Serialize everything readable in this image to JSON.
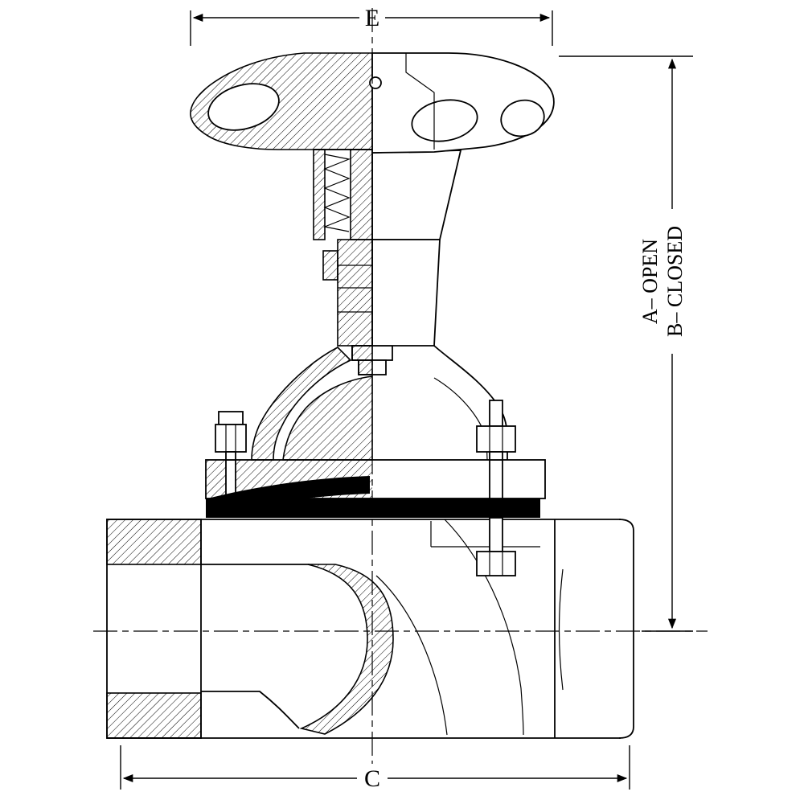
{
  "drawing": {
    "labels": {
      "width_top": "E",
      "width_bottom": "C",
      "height_open": "A– OPEN",
      "height_closed": "B– CLOSED"
    },
    "colors": {
      "line": "#000000",
      "background": "#ffffff",
      "diaphragm": "#000000"
    }
  }
}
